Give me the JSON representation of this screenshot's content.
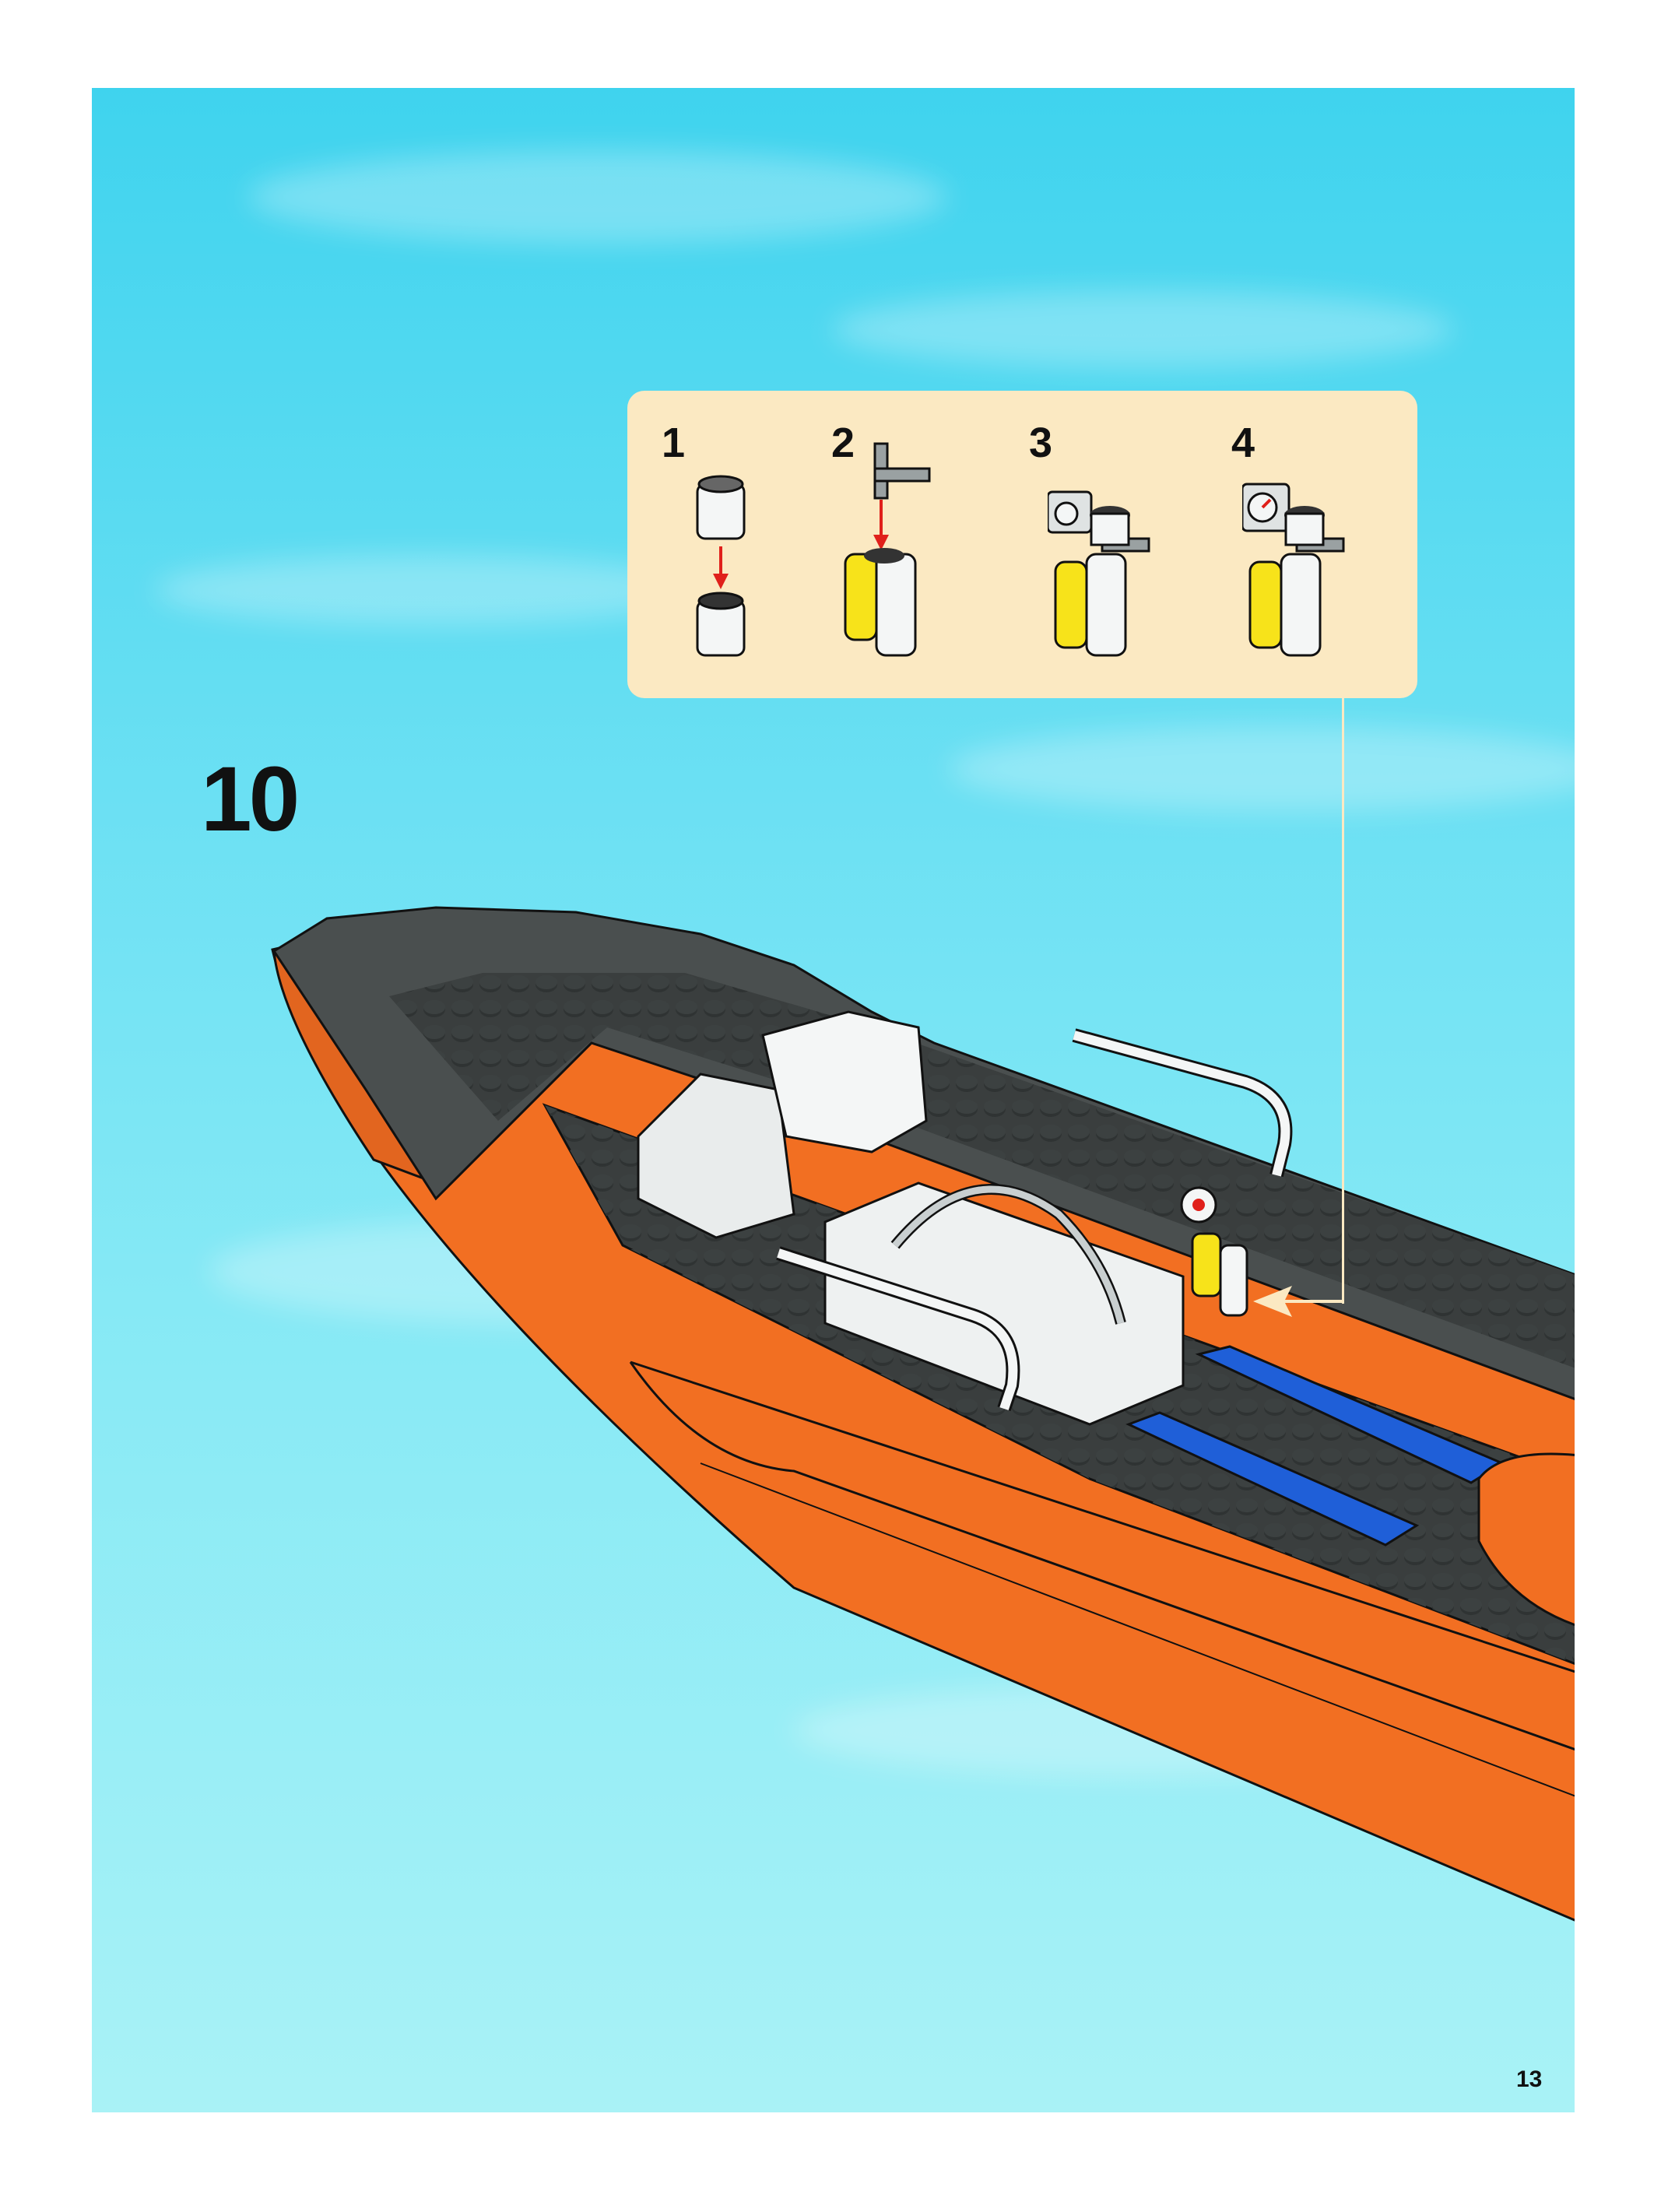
{
  "step": {
    "number": "10"
  },
  "page": {
    "number": "13"
  },
  "substeps": [
    {
      "label": "1"
    },
    {
      "label": "2"
    },
    {
      "label": "3"
    },
    {
      "label": "4"
    }
  ],
  "colors": {
    "sky": "#5fdcf2",
    "callout_bg": "#fbe9c2",
    "hull_orange": "#f26f22",
    "deck_gray": "#4a4f4f",
    "accent_blue": "#1f5fd8",
    "arrow_red": "#e0201b",
    "scuba_yellow": "#f7e31a"
  },
  "icons": [
    "down-arrow-icon",
    "callout-pointer-icon"
  ]
}
